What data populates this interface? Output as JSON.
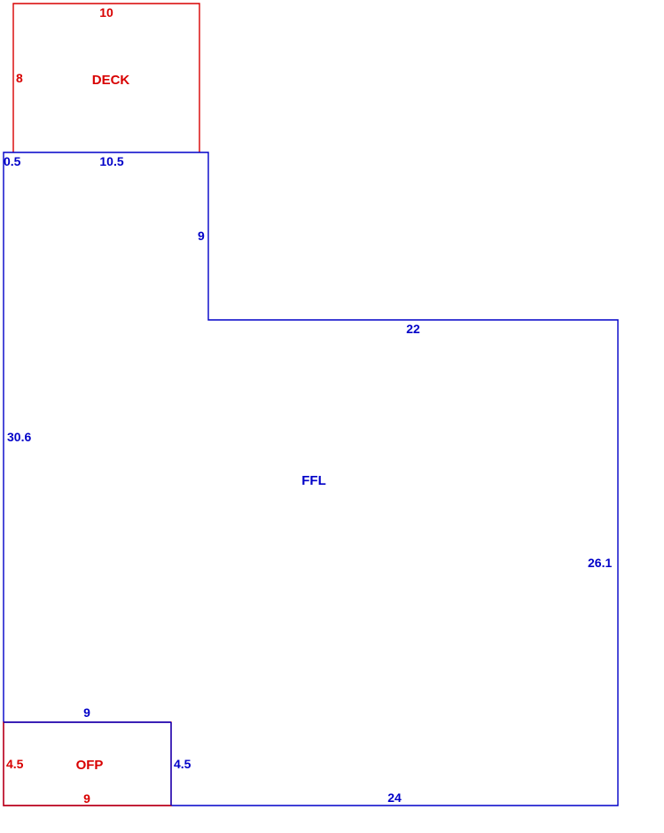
{
  "colors": {
    "main": "#0000c8",
    "addon": "#d80000",
    "background": "#ffffff"
  },
  "areas": {
    "deck": {
      "name": "DECK",
      "dims": {
        "top": "10",
        "left": "8"
      }
    },
    "ffl": {
      "name": "FFL",
      "dims": {
        "offset": "0.5",
        "top": "10.5",
        "step_vertical": "9",
        "step_horizontal": "22",
        "left": "30.6",
        "right": "26.1",
        "bottom": "24",
        "ofp_top": "9",
        "ofp_right": "4.5"
      }
    },
    "ofp": {
      "name": "OFP",
      "dims": {
        "left": "4.5",
        "bottom": "9"
      }
    }
  }
}
